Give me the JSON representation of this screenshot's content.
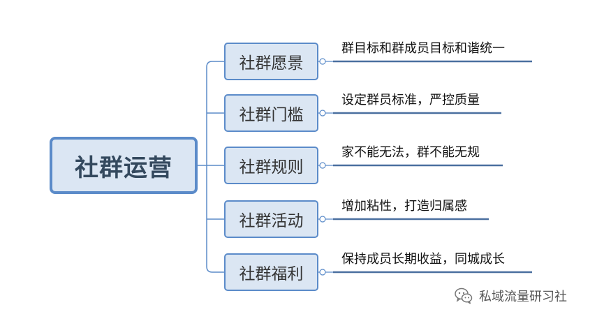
{
  "root": {
    "label": "社群运营"
  },
  "topics": [
    {
      "label": "社群愿景",
      "desc": "群目标和群成员目标和谐统一"
    },
    {
      "label": "社群门槛",
      "desc": "设定群员标准，严控质量"
    },
    {
      "label": "社群规则",
      "desc": "家不能无法，群不能无规"
    },
    {
      "label": "社群活动",
      "desc": "增加粘性，打造归属感"
    },
    {
      "label": "社群福利",
      "desc": "保持成员长期收益，同城成长"
    }
  ],
  "watermark": {
    "text": "私域流量研习社",
    "icon": "wechat-icon"
  },
  "colors": {
    "node_fill": "#dbe6f3",
    "node_border": "#5b8bc9",
    "line": "#5b8bc9",
    "desc_line": "#4a6f9f"
  }
}
